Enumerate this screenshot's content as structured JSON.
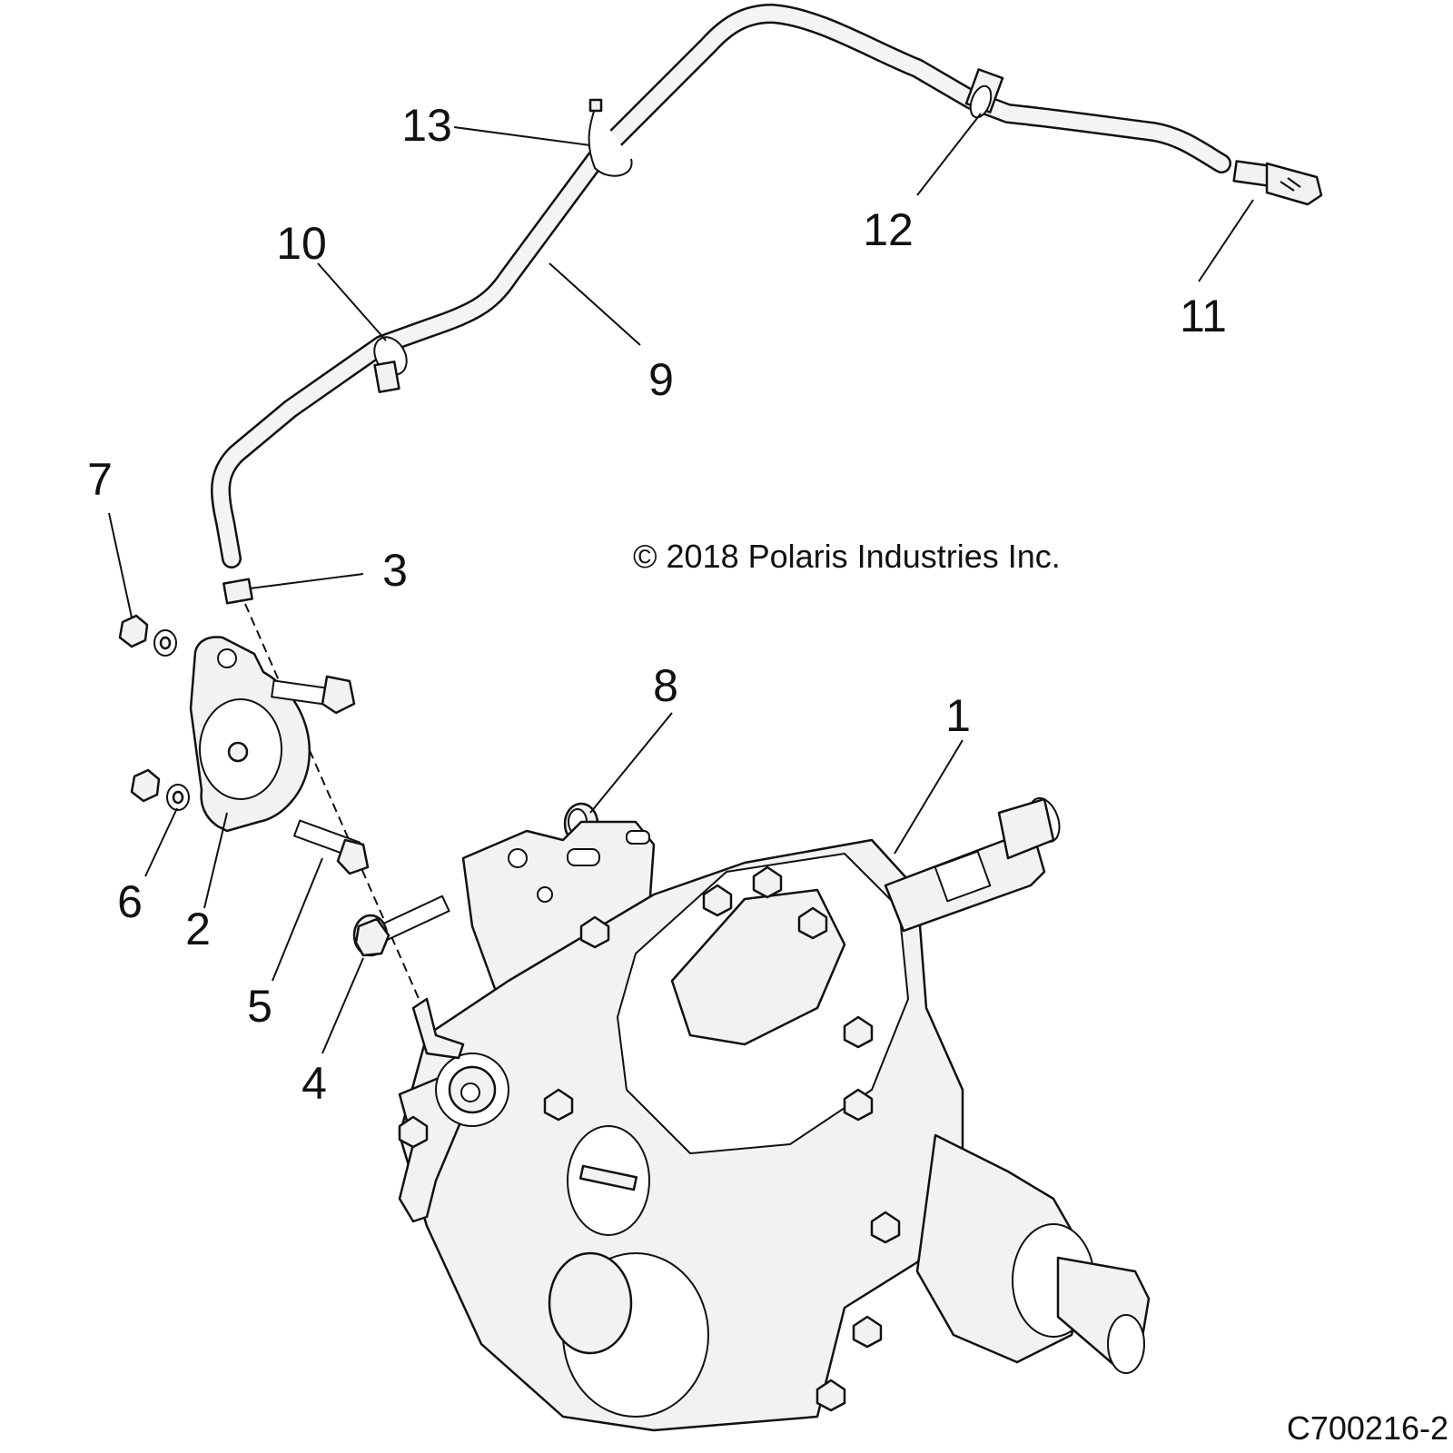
{
  "diagram": {
    "copyright": "© 2018 Polaris Industries Inc.",
    "drawing_id": "C700216-2",
    "callouts": [
      "1",
      "2",
      "3",
      "4",
      "5",
      "6",
      "7",
      "8",
      "9",
      "10",
      "11",
      "12",
      "13"
    ]
  },
  "colors": {
    "line": "#111111",
    "part_fill": "#f2f2f2",
    "background": "#ffffff"
  }
}
